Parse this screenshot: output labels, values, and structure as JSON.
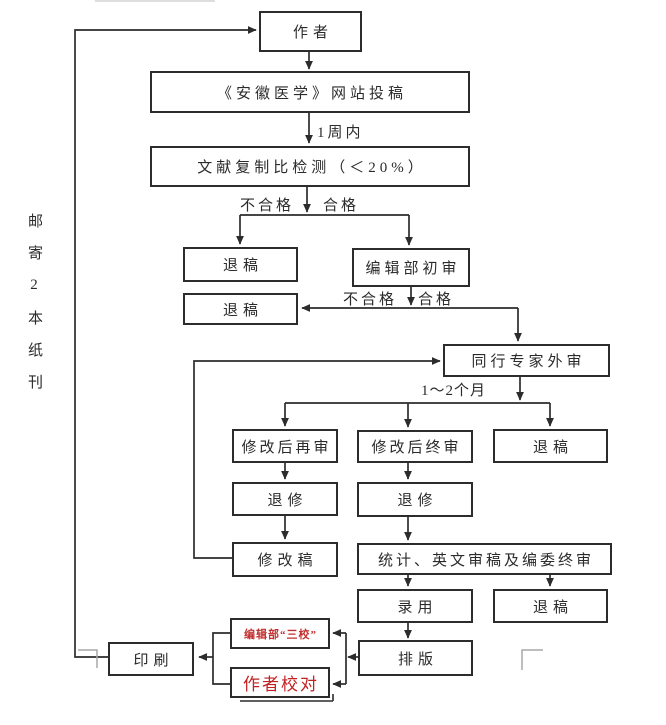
{
  "title": "journal-submission-review-flowchart",
  "colors": {
    "line": "#2c2c2c",
    "text": "#2b2b2b",
    "red_accent": "#c22222",
    "grey_mark": "#a8a8a8",
    "background": "#ffffff"
  },
  "nodes": {
    "author": {
      "label": "作者"
    },
    "submit": {
      "label": "《安徽医学》网站投稿"
    },
    "check": {
      "label": "文献复制比检测（＜20%）"
    },
    "reject1": {
      "label": "退稿"
    },
    "initial": {
      "label": "编辑部初审"
    },
    "reject2": {
      "label": "退稿"
    },
    "external": {
      "label": "同行专家外审"
    },
    "reviseRecheck": {
      "label": "修改后再审"
    },
    "reviseFinal": {
      "label": "修改后终审"
    },
    "reject3": {
      "label": "退稿"
    },
    "return1": {
      "label": "退修"
    },
    "return2": {
      "label": "退修"
    },
    "revised": {
      "label": "修改稿"
    },
    "stats": {
      "label": "统计、英文审稿及编委终审"
    },
    "accept": {
      "label": "录用"
    },
    "reject4": {
      "label": "退稿"
    },
    "typeset": {
      "label": "排版"
    },
    "proofEditor": {
      "label": "编辑部“三校”"
    },
    "proofAuthor": {
      "label": "作者校对"
    },
    "print": {
      "label": "印刷"
    }
  },
  "edge_labels": {
    "within_week": "1周内",
    "fail1": "不合格",
    "pass1": "合格",
    "fail2": "不合格",
    "pass2": "合格",
    "months": "1～2个月"
  },
  "side_note": {
    "text": "邮寄2本纸刊"
  }
}
